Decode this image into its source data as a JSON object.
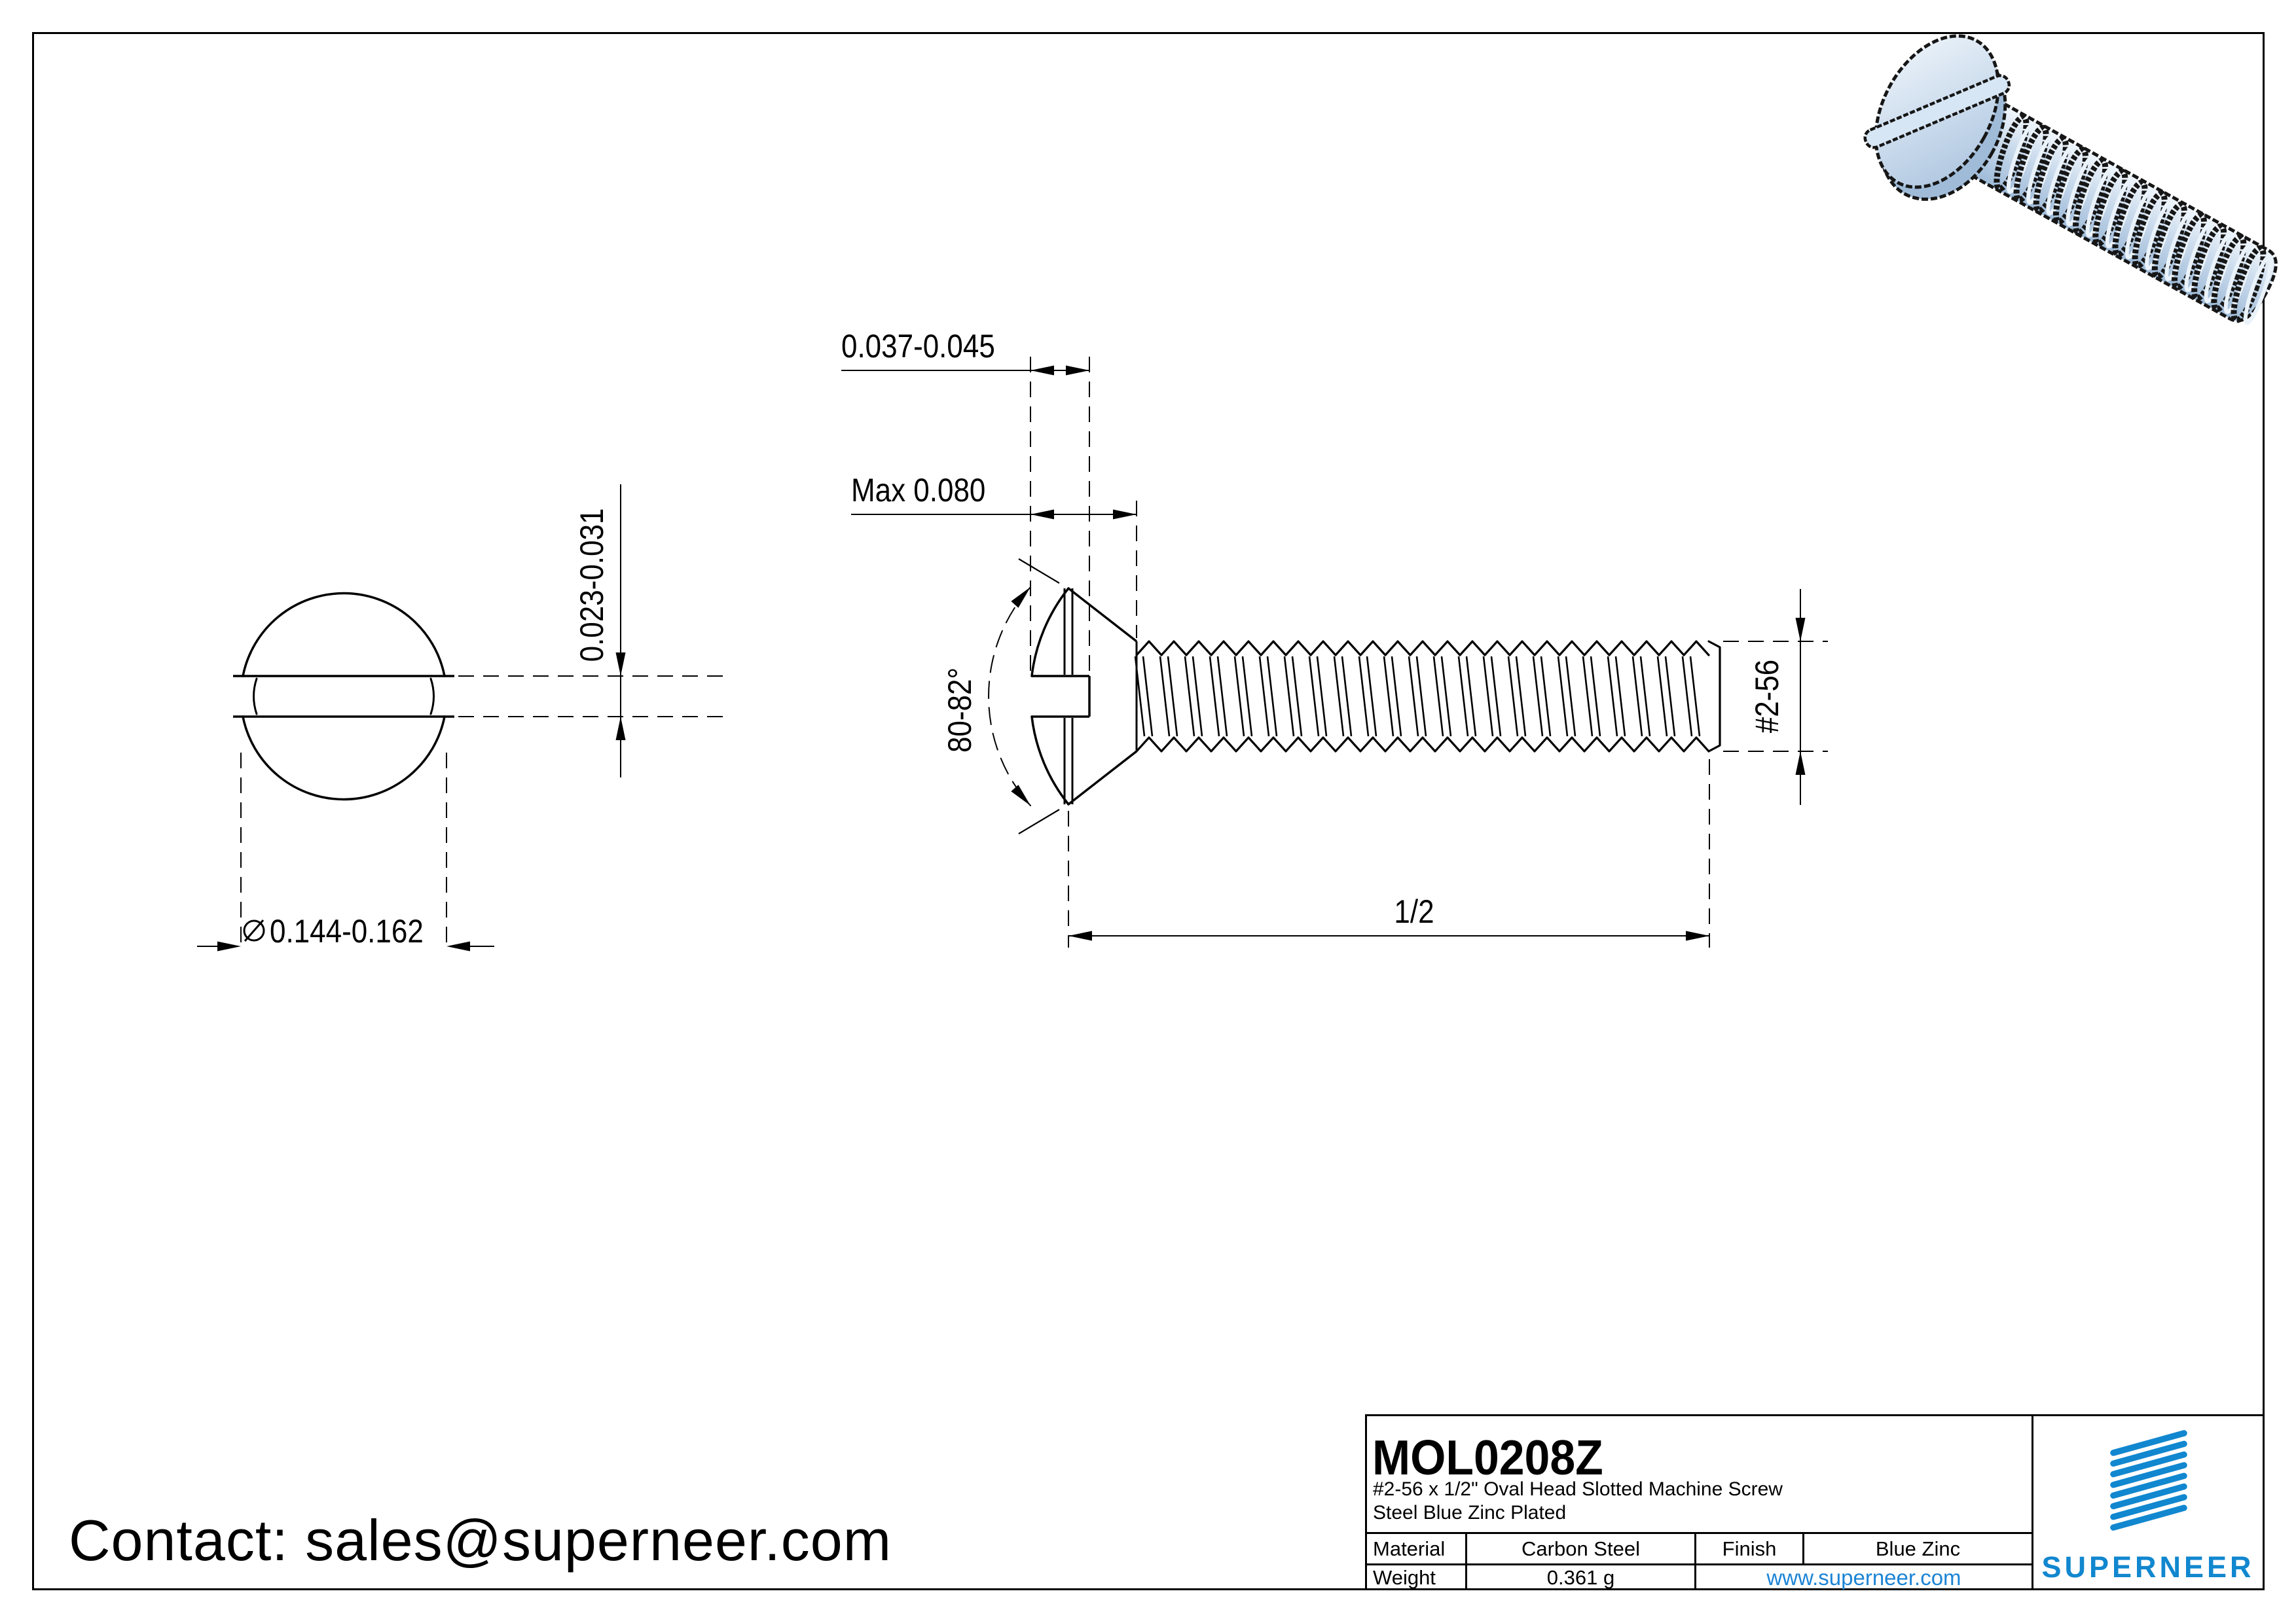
{
  "page": {
    "background": "#ffffff",
    "border_color": "#000000"
  },
  "contact": {
    "label": "Contact: sales@superneer.com"
  },
  "views": {
    "front": {
      "dim_slot_width": "0.023-0.031",
      "diameter_symbol": "⌀",
      "dim_head_diameter": "0.144-0.162"
    },
    "side": {
      "dim_slot_depth": "0.037-0.045",
      "dim_head_height": "Max 0.080",
      "dim_head_angle": "80-82°",
      "dim_thread_size": "#2-56",
      "dim_length": "1/2"
    }
  },
  "title_block": {
    "part_number": "MOL0208Z",
    "description_line1": "#2-56 x 1/2\" Oval Head Slotted Machine Screw",
    "description_line2": "Steel Blue Zinc Plated",
    "material_label": "Material",
    "material_value": "Carbon Steel",
    "finish_label": "Finish",
    "finish_value": "Blue Zinc",
    "weight_label": "Weight",
    "weight_value": "0.361 g",
    "website": "www.superneer.com",
    "brand": "SUPERNEER",
    "brand_color": "#1187cf",
    "link_color": "#1b84d5"
  },
  "render_3d": {
    "description": "blue zinc plated oval head slotted machine screw",
    "body_color": "#c9daec",
    "highlight_color": "#f2f7fc",
    "shade_color": "#9fbbd8",
    "outline_color": "#161616"
  }
}
